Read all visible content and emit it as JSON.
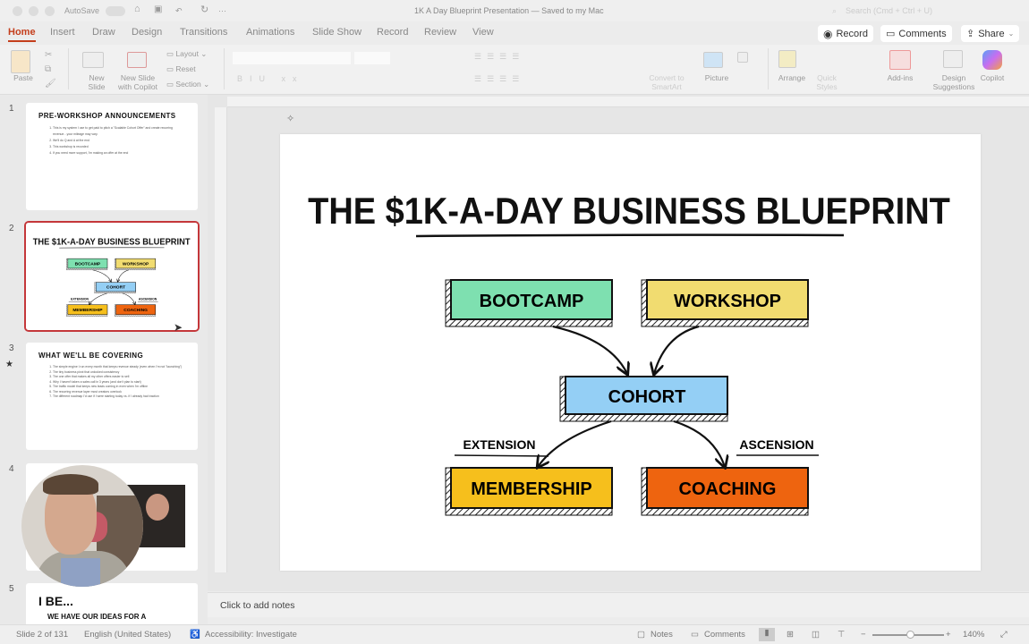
{
  "titlebar": {
    "autosave": "AutoSave",
    "doc_title": "1K A Day Blueprint Presentation — Saved to my Mac",
    "search_placeholder": "Search (Cmd + Ctrl + U)"
  },
  "tabs": [
    "Home",
    "Insert",
    "Draw",
    "Design",
    "Transitions",
    "Animations",
    "Slide Show",
    "Record",
    "Review",
    "View"
  ],
  "actions": {
    "record": "Record",
    "comments": "Comments",
    "share": "Share"
  },
  "ribbon": {
    "paste": "Paste",
    "new_slide": "New\nSlide",
    "new_slide_copilot": "New Slide\nwith Copilot",
    "layout": "Layout",
    "reset": "Reset",
    "section": "Section",
    "convert_smartart": "Convert to\nSmartArt",
    "picture": "Picture",
    "arrange": "Arrange",
    "quick_styles": "Quick\nStyles",
    "add_ins": "Add-ins",
    "design_suggestions": "Design\nSuggestions",
    "copilot": "Copilot"
  },
  "thumbnails": [
    {
      "num": "1",
      "title": "PRE-WORKSHOP ANNOUNCEMENTS",
      "items": [
        "This is my system I use to get paid to pitch a \"Scalable Cohort Offer\" and create recurring revenue…your mileage may vary.",
        "We'll do Q and A at the end",
        "This workshop is recorded",
        "If you need more support, I'm making an offer at the end"
      ]
    },
    {
      "num": "2"
    },
    {
      "num": "3",
      "title": "WHAT WE'LL BE COVERING",
      "items": [
        "The simple engine I run every month that keeps revenue steady (even when I'm not \"launching\")",
        "The tiny business pivot that unlocked consistency",
        "The one offer that makes all my other offers easier to sell",
        "Why I haven't taken a sales call in 3 years (and don't plan to start)",
        "The traffic model that keeps new leads coming in even when I'm offline",
        "The recurring revenue layer most creators overlook",
        "The different roadmap I'd use if I were starting today vs. if I already had traction"
      ]
    },
    {
      "num": "4"
    },
    {
      "num": "5",
      "title": "I BE...",
      "subtitle": "WE HAVE OUR IDEAS FOR A"
    }
  ],
  "slide": {
    "title": "THE $1K-A-DAY BUSINESS BLUEPRINT",
    "boxes": {
      "bootcamp": "BOOTCAMP",
      "workshop": "WORKSHOP",
      "cohort": "COHORT",
      "membership": "MEMBERSHIP",
      "coaching": "COACHING"
    },
    "labels": {
      "extension": "EXTENSION",
      "ascension": "ASCENSION"
    },
    "colors": {
      "bootcamp": "#7ee0b0",
      "workshop": "#f1dc70",
      "cohort": "#94cff5",
      "membership": "#f6bf1c",
      "coaching": "#ee640f"
    }
  },
  "notes": {
    "placeholder": "Click to add notes"
  },
  "status": {
    "slide": "Slide 2 of 131",
    "language": "English (United States)",
    "accessibility": "Accessibility: Investigate",
    "notes": "Notes",
    "comments": "Comments",
    "zoom": "140%"
  }
}
